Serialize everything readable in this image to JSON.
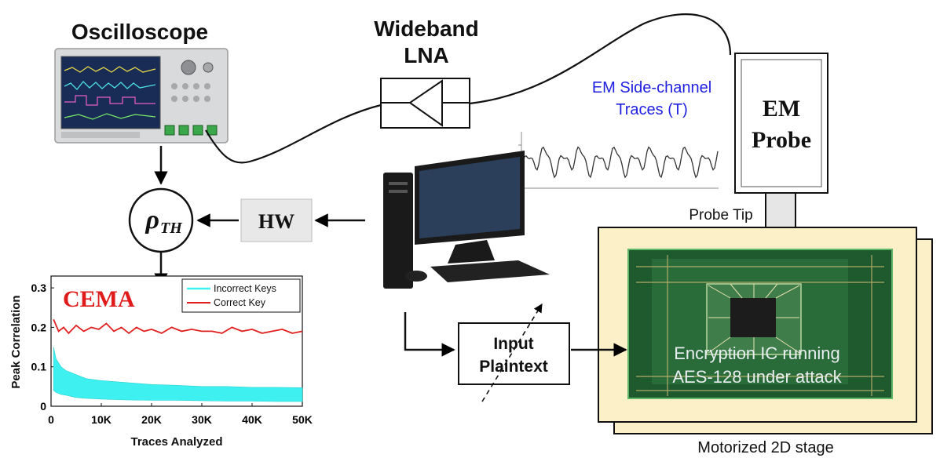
{
  "labels": {
    "oscilloscope": "Oscilloscope",
    "lna_line1": "Wideband",
    "lna_line2": "LNA",
    "em_traces_line1": "EM Side-channel",
    "em_traces_line2": "Traces (T)",
    "em_probe_line1": "EM",
    "em_probe_line2": "Probe",
    "probe_tip": "Probe Tip",
    "rho_main": "ρ",
    "rho_sub": "TH",
    "hw": "HW",
    "input_line1": "Input",
    "input_line2": "Plaintext",
    "ic_line1": "Encryption IC running",
    "ic_line2": "AES-128 under attack",
    "stage": "Motorized 2D stage"
  },
  "colors": {
    "em_traces_text": "#1f1fe0",
    "cema_text": "#e01b1b",
    "correct_key": "#e02020",
    "incorrect_keys": "#3ff0f0",
    "stage_fill": "#fbf0c8",
    "board_green": "#1f5a2e"
  },
  "icons": {
    "oscilloscope": "oscilloscope-icon",
    "amplifier": "amplifier-triangle-icon",
    "computer": "desktop-computer-icon",
    "chip": "chip-icon"
  },
  "chart_data": {
    "type": "line",
    "title": "CEMA",
    "xlabel": "Traces Analyzed",
    "ylabel": "Peak Correlation",
    "xlim": [
      0,
      50000
    ],
    "ylim": [
      0,
      0.33
    ],
    "xticks": [
      0,
      10000,
      20000,
      30000,
      40000,
      50000
    ],
    "xtick_labels": [
      "0",
      "10K",
      "20K",
      "30K",
      "40K",
      "50K"
    ],
    "yticks": [
      0,
      0.1,
      0.2,
      0.3
    ],
    "ytick_labels": [
      "0",
      "0.1",
      "0.2",
      "0.3"
    ],
    "legend_position": "top-right",
    "grid": false,
    "series": [
      {
        "name": "Incorrect Keys",
        "x": [
          500,
          1000,
          2000,
          3000,
          4000,
          5000,
          7000,
          10000,
          15000,
          20000,
          25000,
          30000,
          35000,
          40000,
          45000,
          50000
        ],
        "upper": [
          0.15,
          0.12,
          0.1,
          0.09,
          0.085,
          0.08,
          0.07,
          0.065,
          0.06,
          0.055,
          0.053,
          0.05,
          0.05,
          0.048,
          0.048,
          0.047
        ],
        "lower": [
          0.04,
          0.035,
          0.03,
          0.028,
          0.025,
          0.022,
          0.02,
          0.018,
          0.016,
          0.015,
          0.015,
          0.014,
          0.013,
          0.013,
          0.012,
          0.012
        ]
      },
      {
        "name": "Correct Key",
        "x": [
          500,
          1500,
          2500,
          3500,
          5000,
          6500,
          8000,
          9500,
          11000,
          12500,
          14000,
          15500,
          17000,
          18500,
          20000,
          22000,
          24000,
          26000,
          28000,
          30000,
          32000,
          34000,
          36000,
          38000,
          40000,
          42000,
          44000,
          46000,
          48000,
          50000
        ],
        "values": [
          0.22,
          0.19,
          0.2,
          0.185,
          0.205,
          0.19,
          0.2,
          0.195,
          0.21,
          0.19,
          0.2,
          0.185,
          0.2,
          0.19,
          0.195,
          0.185,
          0.2,
          0.19,
          0.195,
          0.19,
          0.19,
          0.185,
          0.2,
          0.19,
          0.195,
          0.185,
          0.19,
          0.195,
          0.185,
          0.19
        ]
      }
    ]
  }
}
